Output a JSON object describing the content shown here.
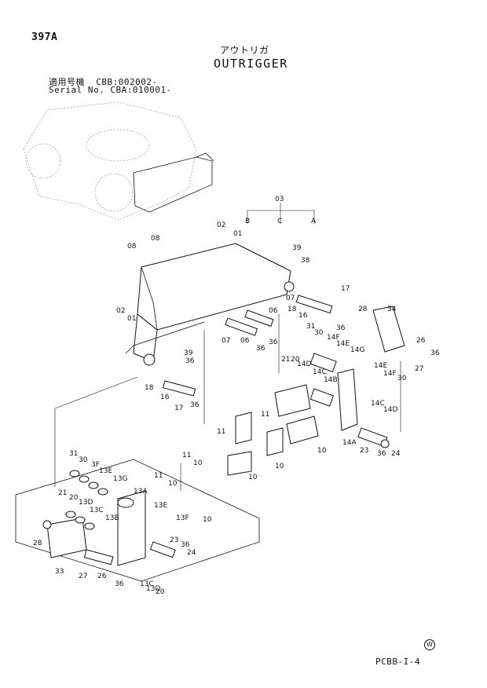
{
  "header": {
    "page_number": "397A",
    "title_jp": "アウトリガ",
    "title_en": "OUTRIGGER",
    "serial_line_1": "適用号機  CBB:002002-",
    "serial_line_2": "Serial No. CBA:010001-"
  },
  "footer": {
    "doc_code": "PCBB-I-4",
    "mark": "W"
  },
  "callouts": {
    "c01a": "01",
    "c01b": "01",
    "c02a": "02",
    "c02b": "02",
    "c03": "03",
    "cB": "B",
    "cC": "C",
    "cA": "A",
    "c08a": "08",
    "c08b": "08",
    "c39a": "39",
    "c38": "38",
    "c07a": "07",
    "c07b": "07",
    "c06a": "06",
    "c06b": "06",
    "c36a": "36",
    "c36b": "36",
    "c36c": "36",
    "c36d": "36",
    "c36e": "36",
    "c36f": "36",
    "c36g": "36",
    "c17a": "17",
    "c17b": "17",
    "c18a": "18",
    "c18b": "18",
    "c16a": "16",
    "c16b": "16",
    "c39b": "39",
    "c31a": "31",
    "c31b": "31",
    "c30a": "30",
    "c30b": "30",
    "c30c": "30",
    "c14F": "14F",
    "c14E": "14E",
    "c14G": "14G",
    "c14D": "14D",
    "c14C": "14C",
    "c14B": "14B",
    "c14Ea": "14E",
    "c14Fa": "14F",
    "c14Ca": "14C",
    "c14Da": "14D",
    "c14A": "14A",
    "c28a": "28",
    "c28b": "28",
    "c34": "34",
    "c26a": "26",
    "c26b": "26",
    "c27a": "27",
    "c27b": "27",
    "c21a": "21",
    "c21b": "21",
    "c20a": "20",
    "c20b": "20",
    "c20c": "20",
    "c11a": "11",
    "c11b": "11",
    "c11c": "11",
    "c11d": "11",
    "c10a": "10",
    "c10b": "10",
    "c10c": "10",
    "c10d": "10",
    "c10e": "10",
    "c23a": "23",
    "c23b": "23",
    "c24a": "24",
    "c24b": "24",
    "c3F": "3F",
    "c13E": "13E",
    "c13G": "13G",
    "c13A": "13A",
    "c13D": "13D",
    "c13C": "13C",
    "c13B": "13B",
    "c13E2": "13E",
    "c13F": "13F",
    "c13C2": "13C",
    "c13D2": "13D",
    "c33": "33"
  }
}
